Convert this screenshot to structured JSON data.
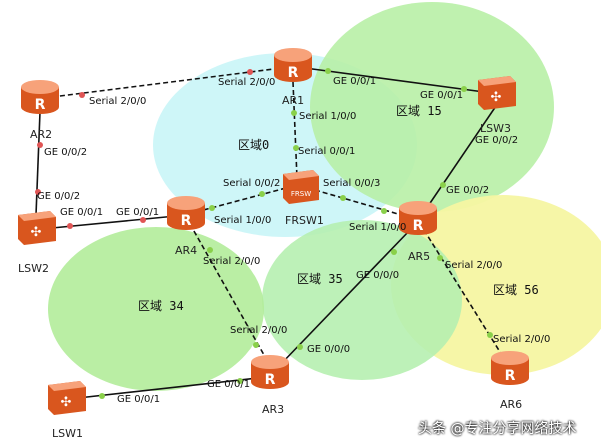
{
  "diagram": {
    "colors": {
      "area0": "#c9f5f7",
      "area15": "#b8f0a6",
      "area34": "#b3ec9a",
      "area35": "#b6f0b0",
      "area56": "#f6f6a2",
      "router": "#f07a3a",
      "switch": "#f07a3a",
      "serial_dot": "#e05555",
      "ge_dot": "#8ad04a",
      "link": "#111111"
    },
    "devices": {
      "ar1": "AR1",
      "ar2": "AR2",
      "ar3": "AR3",
      "ar4": "AR4",
      "ar5": "AR5",
      "ar6": "AR6",
      "lsw1": "LSW1",
      "lsw2": "LSW2",
      "lsw3": "LSW3",
      "frsw1": "FRSW1"
    },
    "areas": {
      "area0": "区域0",
      "area15": "区域 15",
      "area34": "区域 34",
      "area35": "区域 35",
      "area56": "区域 56"
    },
    "interfaces": {
      "ar2_s200": "Serial 2/0/0",
      "ar1_s200": "Serial 2/0/0",
      "ar1_s100": "Serial 1/0/0",
      "ar1_ge001": "GE 0/0/1",
      "lsw3_ge001": "GE 0/0/1",
      "lsw3_ge002": "GE 0/0/2",
      "ar2_ge002": "GE 0/0/2",
      "lsw2_ge002": "GE 0/0/2",
      "lsw2_ge001": "GE 0/0/1",
      "ar4_ge001": "GE 0/0/1",
      "fr_s001": "Serial 0/0/1",
      "fr_s002": "Serial 0/0/2",
      "fr_s003": "Serial 0/0/3",
      "ar4_s100": "Serial 1/0/0",
      "ar4_s200": "Serial 2/0/0",
      "ar5_ge002": "GE 0/0/2",
      "ar5_s100": "Serial 1/0/0",
      "ar5_ge000": "GE 0/0/0",
      "ar5_s200": "Serial 2/0/0",
      "ar3_s200": "Serial 2/0/0",
      "ar3_ge000": "GE 0/0/0",
      "ar3_ge001": "GE 0/0/1",
      "lsw1_ge001": "GE 0/0/1",
      "ar6_s200": "Serial 2/0/0"
    },
    "frsw_icon_text": "FRSW",
    "watermark": "头条 @专注分享网络技术"
  }
}
